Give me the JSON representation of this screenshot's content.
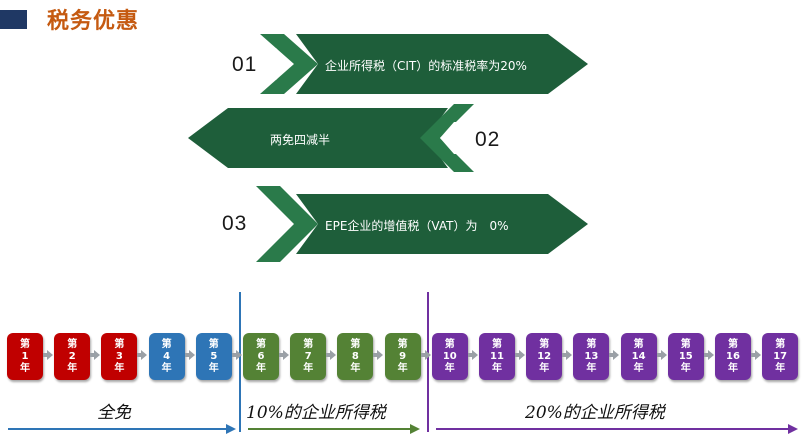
{
  "title": "税务优惠",
  "banners": [
    {
      "number": "01",
      "text": "企业所得税（CIT）的标准税率为20%"
    },
    {
      "number": "02",
      "text": "两免四减半"
    },
    {
      "number": "03",
      "text": "EPE企业的增值税（VAT）为　0%"
    }
  ],
  "years": [
    {
      "line1": "第",
      "line2": "1",
      "line3": "年",
      "color": "#c00000"
    },
    {
      "line1": "第",
      "line2": "2",
      "line3": "年",
      "color": "#c00000"
    },
    {
      "line1": "第",
      "line2": "3",
      "line3": "年",
      "color": "#c00000"
    },
    {
      "line1": "第",
      "line2": "4",
      "line3": "年",
      "color": "#2e75b6"
    },
    {
      "line1": "第",
      "line2": "5",
      "line3": "年",
      "color": "#2e75b6"
    },
    {
      "line1": "第",
      "line2": "6",
      "line3": "年",
      "color": "#548235"
    },
    {
      "line1": "第",
      "line2": "7",
      "line3": "年",
      "color": "#548235"
    },
    {
      "line1": "第",
      "line2": "8",
      "line3": "年",
      "color": "#548235"
    },
    {
      "line1": "第",
      "line2": "9",
      "line3": "年",
      "color": "#548235"
    },
    {
      "line1": "第",
      "line2": "10",
      "line3": "年",
      "color": "#7030a0"
    },
    {
      "line1": "第",
      "line2": "11",
      "line3": "年",
      "color": "#7030a0"
    },
    {
      "line1": "第",
      "line2": "12",
      "line3": "年",
      "color": "#7030a0"
    },
    {
      "line1": "第",
      "line2": "13",
      "line3": "年",
      "color": "#7030a0"
    },
    {
      "line1": "第",
      "line2": "14",
      "line3": "年",
      "color": "#7030a0"
    },
    {
      "line1": "第",
      "line2": "15",
      "line3": "年",
      "color": "#7030a0"
    },
    {
      "line1": "第",
      "line2": "16",
      "line3": "年",
      "color": "#7030a0"
    },
    {
      "line1": "第",
      "line2": "17",
      "line3": "年",
      "color": "#7030a0"
    }
  ],
  "periods": [
    {
      "label": "全免",
      "color": "#2e75b6"
    },
    {
      "label": "10%的企业所得税",
      "color": "#548235"
    },
    {
      "label": "20%的企业所得税",
      "color": "#7030a0"
    }
  ],
  "colors": {
    "title": "#c55a11",
    "title_bar": "#1f3864",
    "banner_green": "#1e5e3a",
    "banner_chevron": "#2a7a4a"
  }
}
